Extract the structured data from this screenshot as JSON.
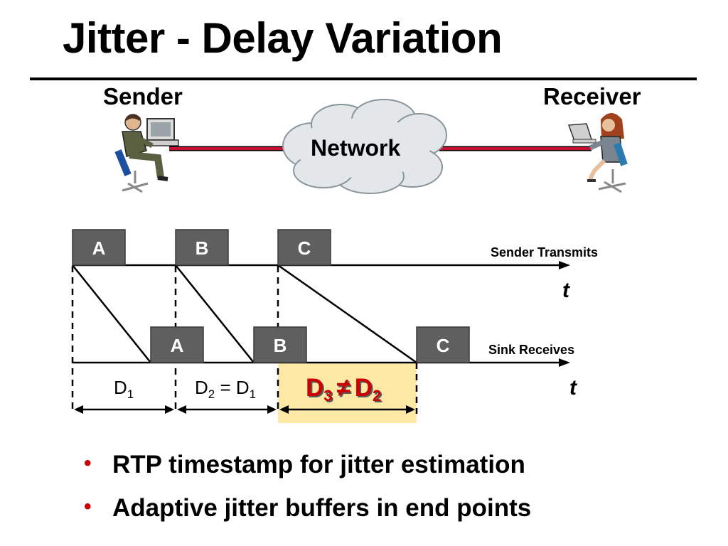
{
  "slide": {
    "title": "Jitter - Delay Variation"
  },
  "top": {
    "sender_label": "Sender",
    "receiver_label": "Receiver",
    "network_label": "Network"
  },
  "timeline": {
    "sender_packets": [
      "A",
      "B",
      "C"
    ],
    "sink_packets": [
      "A",
      "B",
      "C"
    ],
    "sender_axis_label": "Sender Transmits",
    "sink_axis_label": "Sink Receives",
    "t_label": "t",
    "d1": {
      "main": "D",
      "sub": "1"
    },
    "d2": {
      "main": "D",
      "sub": "2",
      "eq": " = ",
      "rhs_main": "D",
      "rhs_sub": "1"
    },
    "d3": {
      "main": "D",
      "sub": "3",
      "neq": "≠",
      "rhs_main": "D",
      "rhs_sub": "2"
    }
  },
  "colors": {
    "packet_fill": "#5f5f5f",
    "highlight": "#fde8a6",
    "neq_text": "#cc0000",
    "link_line": "#c8102e",
    "bullet": "#cc0000"
  },
  "bullets": [
    "RTP timestamp for jitter estimation",
    "Adaptive jitter buffers in end points"
  ]
}
